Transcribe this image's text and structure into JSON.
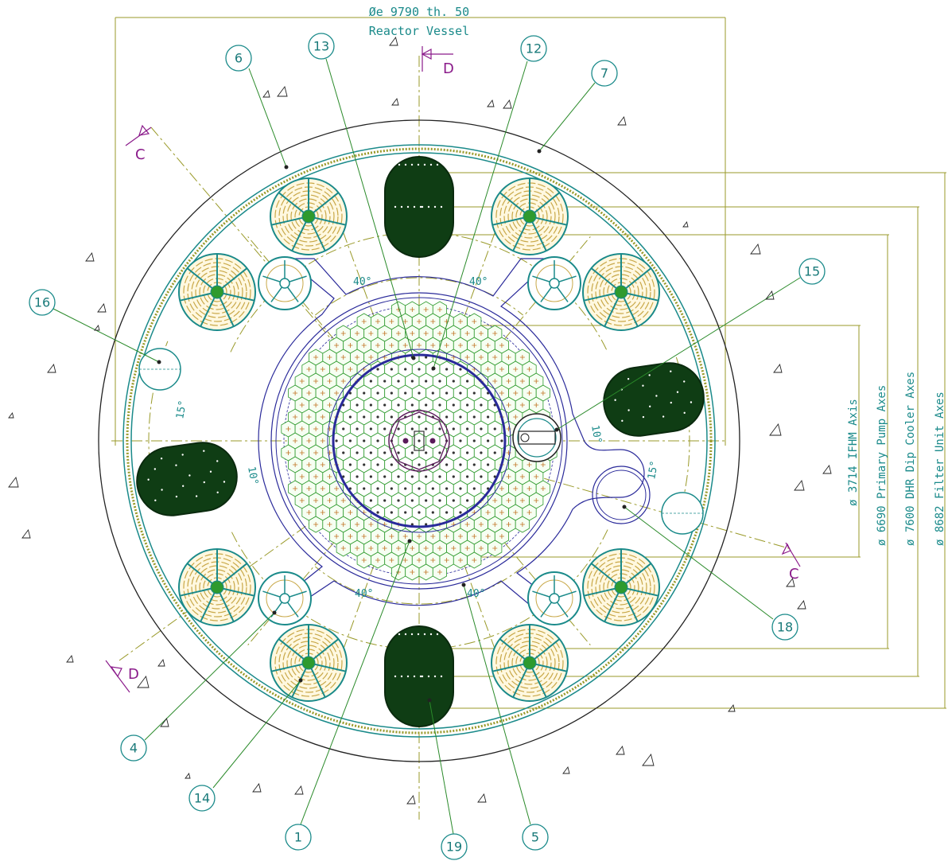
{
  "title": {
    "diameter": "Øe 9790 th. 50",
    "name": "Reactor Vessel"
  },
  "dimensions": [
    {
      "id": "ifhm",
      "text": "ø 3714 IFHM Axis"
    },
    {
      "id": "pump",
      "text": "ø 6690 Primary Pump Axes"
    },
    {
      "id": "dhr",
      "text": "ø 7600 DHR Dip Cooler Axes"
    },
    {
      "id": "filter",
      "text": "ø 8682 Filter Unit Axes"
    }
  ],
  "angles": {
    "top_left": "40°",
    "top_right": "40°",
    "bottom_left": "40°",
    "bottom_right": "40°",
    "left_15": "15°",
    "left_10": "10°",
    "right_10": "10°",
    "right_15": "15°"
  },
  "sections": {
    "d_top": "D",
    "d_bottom": "D",
    "c_top": "C",
    "c_bottom": "C"
  },
  "callouts": [
    {
      "id": "c6",
      "label": "6"
    },
    {
      "id": "c13",
      "label": "13"
    },
    {
      "id": "c12",
      "label": "12"
    },
    {
      "id": "c7",
      "label": "7"
    },
    {
      "id": "c15",
      "label": "15"
    },
    {
      "id": "c16",
      "label": "16"
    },
    {
      "id": "c18",
      "label": "18"
    },
    {
      "id": "c4",
      "label": "4"
    },
    {
      "id": "c14",
      "label": "14"
    },
    {
      "id": "c1",
      "label": "1"
    },
    {
      "id": "c19",
      "label": "19"
    },
    {
      "id": "c5",
      "label": "5"
    }
  ],
  "colors": {
    "construction": "#9a9a2a",
    "vessel": "#222222",
    "inner": "#2a2a9a",
    "teal": "#1a8a8a",
    "core_hex": "#2e9a2e",
    "filter_fill": "#0f3d14",
    "pump_fill": "#c8a848",
    "section": "#8a1a8a"
  }
}
